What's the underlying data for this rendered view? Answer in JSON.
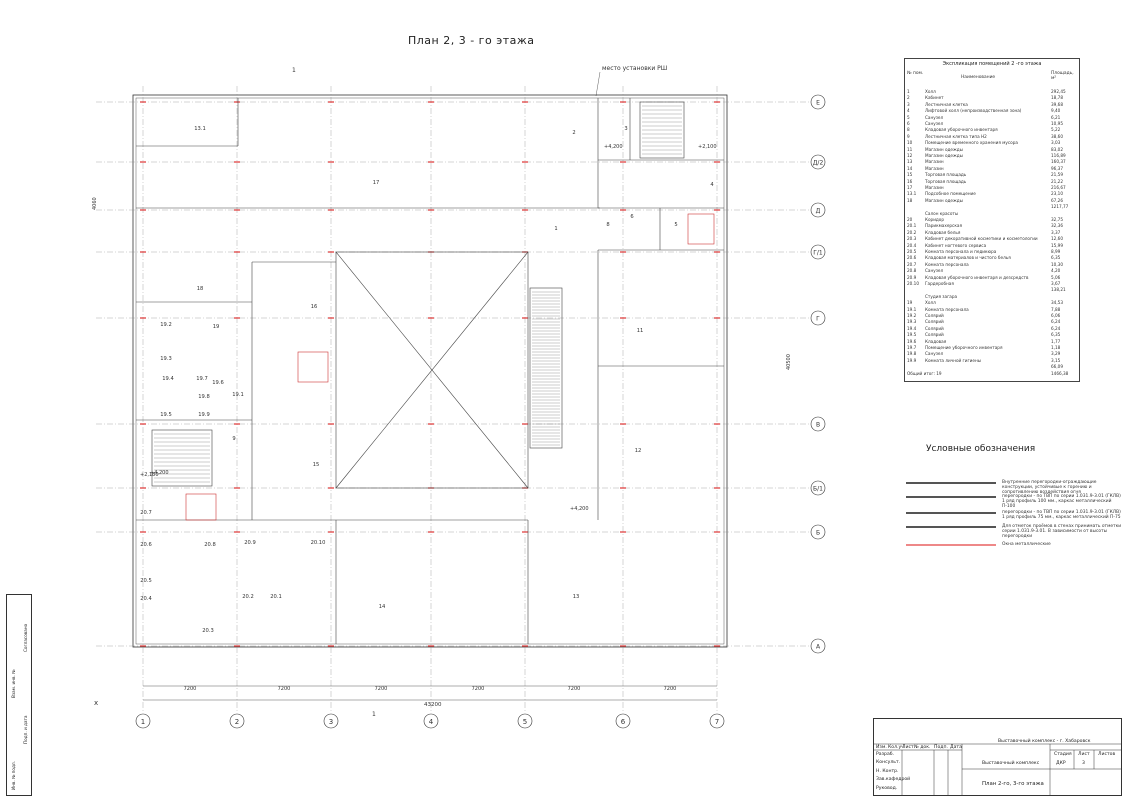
{
  "title": "План 2, 3 - го этажа",
  "pointer_note": "место установки РШ",
  "axes": {
    "vertical": [
      "1",
      "2",
      "3",
      "4",
      "5",
      "6",
      "7"
    ],
    "horizontal": [
      "Е",
      "Д/2",
      "Д",
      "Г/1",
      "Г",
      "В",
      "Б/1",
      "Б",
      "А"
    ]
  },
  "dims": {
    "bottom_spans": [
      "7200",
      "7200",
      "7200",
      "7200",
      "7200",
      "7200"
    ],
    "total": "43200",
    "left_total": "4060",
    "right_total": "40500"
  },
  "rooms": [
    {
      "n": "13.1"
    },
    {
      "n": "17"
    },
    {
      "n": "18"
    },
    {
      "n": "16"
    },
    {
      "n": "15"
    },
    {
      "n": "14"
    },
    {
      "n": "13"
    },
    {
      "n": "12"
    },
    {
      "n": "11"
    },
    {
      "n": "1"
    },
    {
      "n": "2"
    },
    {
      "n": "3"
    },
    {
      "n": "4"
    },
    {
      "n": "5"
    },
    {
      "n": "6"
    },
    {
      "n": "8"
    },
    {
      "n": "9"
    },
    {
      "n": "19"
    },
    {
      "n": "19.1"
    },
    {
      "n": "19.2"
    },
    {
      "n": "19.3"
    },
    {
      "n": "19.4"
    },
    {
      "n": "19.5"
    },
    {
      "n": "19.6"
    },
    {
      "n": "19.7"
    },
    {
      "n": "19.8"
    },
    {
      "n": "19.9"
    },
    {
      "n": "20.1"
    },
    {
      "n": "20.2"
    },
    {
      "n": "20.3"
    },
    {
      "n": "20.4"
    },
    {
      "n": "20.5"
    },
    {
      "n": "20.6"
    },
    {
      "n": "20.7"
    },
    {
      "n": "20.8"
    },
    {
      "n": "20.9"
    },
    {
      "n": "20.10"
    }
  ],
  "levels": [
    "+4,200",
    "+2,100",
    "+4,200",
    "+2,180",
    "+4,200"
  ],
  "explication": {
    "title": "Экспликация помещений 2 -го этажа",
    "col_num": "№ пом.",
    "col_name": "Наименование",
    "col_area": "Площадь, м²",
    "rows": [
      [
        "1",
        "Холл",
        "292,45"
      ],
      [
        "2",
        "Кабинет",
        "18,78"
      ],
      [
        "3",
        "Лестничная клетка",
        "39,68"
      ],
      [
        "4",
        "Лифтовой холл (непроизводственная зона)",
        "9,40"
      ],
      [
        "5",
        "Санузел",
        "6,21"
      ],
      [
        "6",
        "Санузел",
        "10,95"
      ],
      [
        "8",
        "Кладовая уборочного инвентаря",
        "5,22"
      ],
      [
        "9",
        "Лестничная клетка типа Н2",
        "38,60"
      ],
      [
        "10",
        "Помещение временного хранения мусора",
        "3,03"
      ],
      [
        "11",
        "Магазин одежды",
        "83,02"
      ],
      [
        "12",
        "Магазин одежды",
        "116,89"
      ],
      [
        "13",
        "Магазин",
        "160,37"
      ],
      [
        "14",
        "Магазин",
        "96,37"
      ],
      [
        "15",
        "Торговая площадь",
        "21,59"
      ],
      [
        "16",
        "Торговая площадь",
        "21,22"
      ],
      [
        "17",
        "Магазин",
        "216,67"
      ],
      [
        "13.1",
        "Подсобное помещение",
        "23,10"
      ],
      [
        "18",
        "Магазин одежды",
        "67,26"
      ],
      [
        "",
        "",
        "1217,77"
      ],
      [
        "",
        "Салон красоты",
        ""
      ],
      [
        "20",
        "Коридор",
        "32,75"
      ],
      [
        "20.1",
        "Парикмахерская",
        "32,36"
      ],
      [
        "20.2",
        "Кладовая белья",
        "3,37"
      ],
      [
        "20.3",
        "Кабинет декоративной косметики и косметологии",
        "12,60"
      ],
      [
        "20.4",
        "Кабинет ногтевого сервиса",
        "15,99"
      ],
      [
        "20.5",
        "Комната персонала и педикюра",
        "8,99"
      ],
      [
        "20.6",
        "Кладовая материалов и чистого белья",
        "6,35"
      ],
      [
        "20.7",
        "Комната персонала",
        "10,30"
      ],
      [
        "20.8",
        "Санузел",
        "4,20"
      ],
      [
        "20.9",
        "Кладовая уборочного инвентаря и дезсредств",
        "5,06"
      ],
      [
        "20.10",
        "Гардеробная",
        "3,67"
      ],
      [
        "",
        "",
        "138,21"
      ],
      [
        "",
        "Студия загара",
        ""
      ],
      [
        "19",
        "Холл",
        "34,53"
      ],
      [
        "19.1",
        "Комната персонала",
        "7,88"
      ],
      [
        "19.2",
        "Солярий",
        "6,06"
      ],
      [
        "19.3",
        "Солярий",
        "6,24"
      ],
      [
        "19.4",
        "Солярий",
        "6,24"
      ],
      [
        "19.5",
        "Солярий",
        "6,35"
      ],
      [
        "19.6",
        "Кладовая",
        "1,77"
      ],
      [
        "19.7",
        "Помещение уборочного инвентаря",
        "1,18"
      ],
      [
        "19.8",
        "Санузел",
        "3,29"
      ],
      [
        "19.9",
        "Комната личной гигиены",
        "3,15"
      ],
      [
        "",
        "",
        "66,09"
      ],
      [
        "Общий итог: 19",
        "",
        "1466,38"
      ]
    ]
  },
  "symbols": {
    "title": "Условные обозначения",
    "items": [
      "Внутренние перегородки-ограждающие конструкции, устойчивые к горению и сопротивлению воздействия огня",
      "перегородки - по ТВП по серии 1.031.9-3.01 (ГКЛВ) 1 ряд профиль 100 мм., каркас металлический П-100",
      "перегородки - по ТВП по серии 1.031.9-3.01 (ГКЛВ) 1 ряд профиль 75 мм., каркас металлический П-75",
      "Для отметок проёмов в стенах принимать отметки серии 1.031.9-3.01. В зависимости от высоты перегородки",
      "Окна металлические"
    ]
  },
  "stamp": {
    "project": "Выставочный комплекс - г. Хабаровск",
    "object": "Выставочный комплекс",
    "sheet_title": "План 2-го, 3-го этажа",
    "stage_label": "Стадия",
    "stage": "ДКР",
    "sheet_label": "Лист",
    "sheet": "3",
    "sheets_label": "Листов",
    "header": [
      "Изм.",
      "Кол.уч",
      "Лист",
      "№ док.",
      "Подп.",
      "Дата"
    ],
    "roles": [
      "Разраб.",
      "Консульт.",
      "Н. Контр.",
      "Зав.кафедрой",
      "Руковод."
    ]
  },
  "side_labels": [
    "Инв. № подл.",
    "Подп. и дата",
    "Взам. инв. №",
    "Согласовано"
  ],
  "cut_label": "1"
}
